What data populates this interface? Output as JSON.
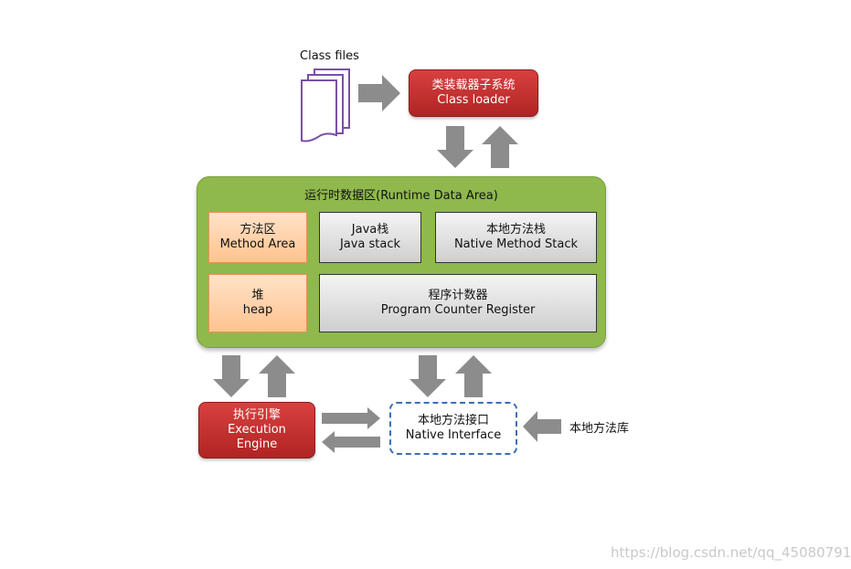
{
  "class_files": {
    "label": "Class files"
  },
  "class_loader": {
    "cn": "类装载器子系统",
    "en": "Class loader"
  },
  "runtime_area": {
    "title": "运行时数据区(Runtime Data Area)",
    "method_area": {
      "cn": "方法区",
      "en": "Method Area"
    },
    "java_stack": {
      "cn": "Java栈",
      "en": "Java stack"
    },
    "native_method_stack": {
      "cn": "本地方法栈",
      "en": "Native Method Stack"
    },
    "heap": {
      "cn": "堆",
      "en": "heap"
    },
    "pc_register": {
      "cn": "程序计数器",
      "en": "Program Counter Register"
    }
  },
  "execution_engine": {
    "cn": "执行引擎",
    "en1": "Execution",
    "en2": "Engine"
  },
  "native_interface": {
    "cn": "本地方法接口",
    "en": "Native Interface"
  },
  "native_library": {
    "label": "本地方法库"
  },
  "watermark": "https://blog.csdn.net/qq_45080791",
  "colors": {
    "red_box": "#c0302f",
    "runtime_green": "#8fb84d",
    "orange_box": "#ffc38f",
    "gray_box": "#d9d9d9",
    "dashed_border": "#3a6fb4",
    "arrow_gray": "#8c8c8c",
    "file_icon": "#7b4fa6"
  },
  "icons": [
    "document-stack-icon",
    "arrow-right-icon",
    "arrow-left-icon",
    "arrow-up-icon",
    "arrow-down-icon"
  ]
}
